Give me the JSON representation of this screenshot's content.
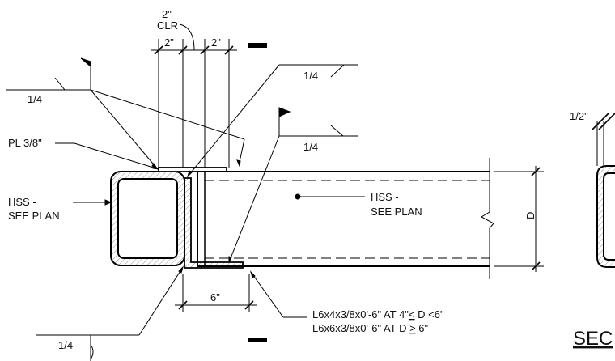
{
  "labels": {
    "clr_dim": "2\"",
    "clr_word": "CLR",
    "dim_a": "2\"",
    "dim_b": "2\"",
    "weld_top_right": "1/4",
    "weld_left": "1/4",
    "weld_mid_right": "1/4",
    "plate": "PL 3/8\"",
    "hss_left_1": "HSS -",
    "hss_left_2": "SEE PLAN",
    "hss_mid_1": "HSS -",
    "hss_mid_2": "SEE PLAN",
    "depth": "D",
    "dim_angle": "6\"",
    "angle_note_1a": "L6x4x3/8x0'-6\" AT 4\"",
    "angle_note_1b": "<",
    "angle_note_1c": " D <6\"",
    "angle_note_2a": "L6x6x3/8x0'-6\" AT D ",
    "angle_note_2b": ">",
    "angle_note_2c": " 6\"",
    "weld_bottom_left": "1/4",
    "right_dim": "1/2\"",
    "section_title_partial": "SEC"
  }
}
